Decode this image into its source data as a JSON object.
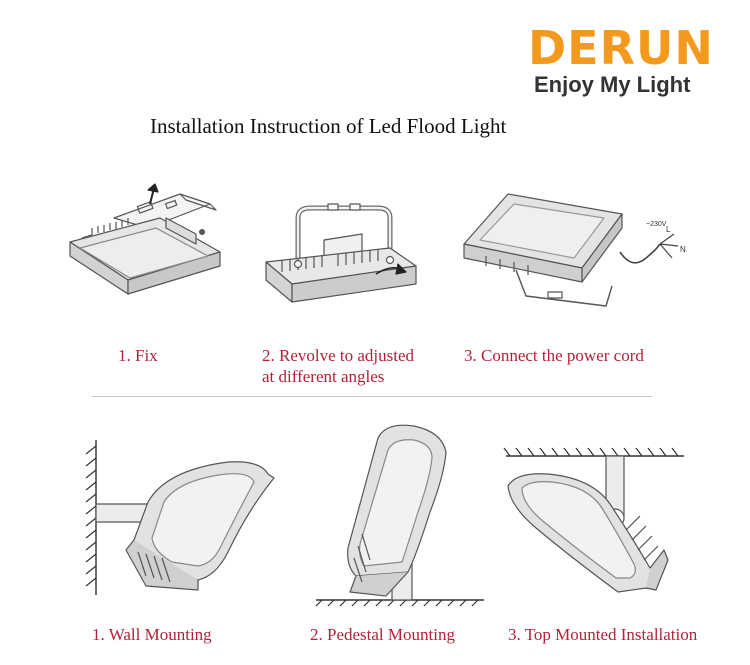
{
  "brand": {
    "name": "DERUN",
    "tagline": "Enjoy My Light",
    "accent_color": "#f39a1e"
  },
  "title": "Installation Instruction of Led Flood Light",
  "steps": [
    {
      "label": "1. Fix",
      "icon": "fixing-bracket-lift-icon"
    },
    {
      "label": "2. Revolve to adjusted at different angles",
      "line1": "2. Revolve to adjusted",
      "line2": "at different angles",
      "icon": "bracket-rotate-icon"
    },
    {
      "label": "3. Connect the power cord",
      "icon": "power-cord-icon",
      "wire_labels": {
        "live": "L",
        "neutral": "N",
        "voltage": "~230V"
      }
    }
  ],
  "mountings": [
    {
      "label": "1. Wall Mounting",
      "icon": "wall-mount-icon"
    },
    {
      "label": "2. Pedestal Mounting",
      "icon": "pedestal-mount-icon"
    },
    {
      "label": "3. Top Mounted Installation",
      "icon": "ceiling-mount-icon"
    }
  ],
  "caption_color": "#b22238"
}
